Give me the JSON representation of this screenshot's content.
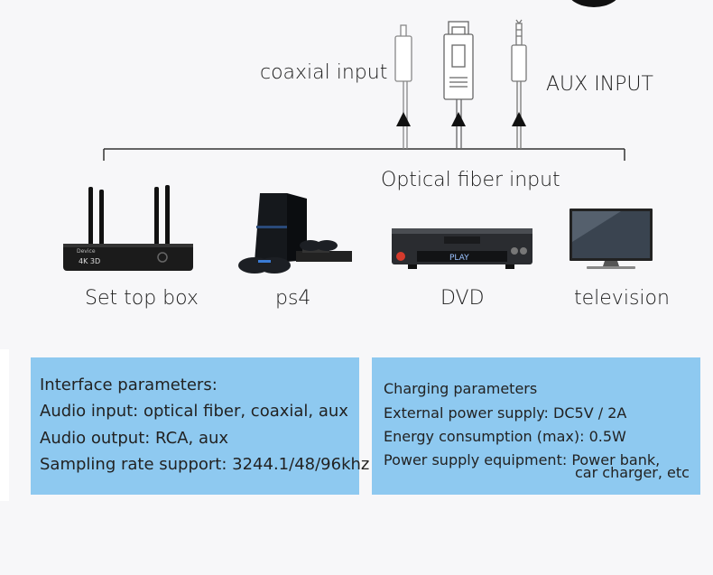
{
  "connectors": {
    "coaxial_label": "coaxial input",
    "aux_label": "AUX INPUT",
    "optical_label": "Optical fiber input"
  },
  "devices": [
    {
      "name": "Set top box",
      "icon": "set-top-box-icon",
      "screen_text": "4K 3D"
    },
    {
      "name": "ps4",
      "icon": "game-console-icon"
    },
    {
      "name": "DVD",
      "icon": "dvd-player-icon",
      "screen_text": "PLAY"
    },
    {
      "name": "television",
      "icon": "television-icon"
    }
  ],
  "interface_panel": {
    "title": "Interface parameters:",
    "audio_input": "Audio input: optical fiber, coaxial, aux",
    "audio_output": "Audio output: RCA, aux",
    "sampling": "Sampling rate support: 3244.1/48/96khz"
  },
  "charging_panel": {
    "title": "Charging parameters",
    "power_supply": "External power supply: DC5V / 2A",
    "consumption": "Energy consumption (max): 0.5W",
    "equipment_line1": "Power supply equipment: Power bank,",
    "equipment_line2": "car charger, etc"
  },
  "colors": {
    "panel": "#8ec9f0",
    "background": "#f7f7f9",
    "line": "#333333"
  }
}
